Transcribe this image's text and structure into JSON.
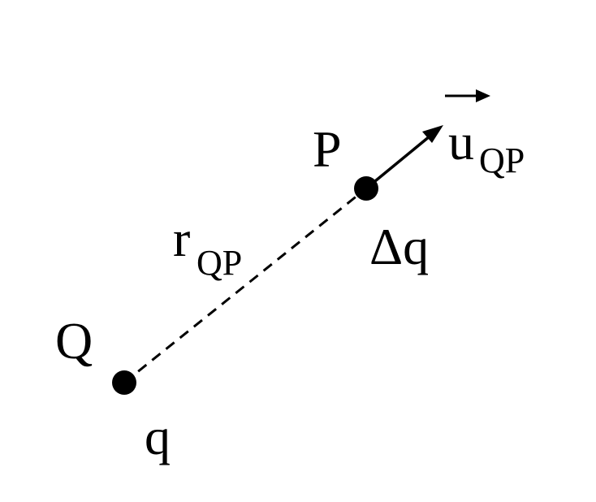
{
  "diagram": {
    "point_source": {
      "label": "Q",
      "charge_label": "q"
    },
    "point_field": {
      "label": "P",
      "charge_label": "Δq"
    },
    "distance": {
      "symbol": "r",
      "subscript": "QP"
    },
    "unit_vector": {
      "symbol": "u",
      "subscript": "QP"
    }
  }
}
